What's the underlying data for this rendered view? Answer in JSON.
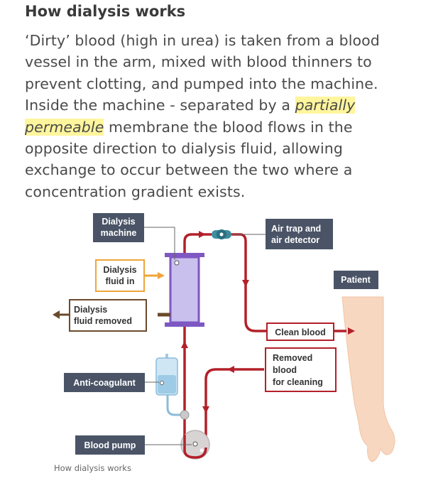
{
  "article": {
    "heading": "How dialysis works",
    "p1": "‘Dirty’ blood (high in urea) is taken from a blood vessel in the arm, mixed with blood thinners to prevent clotting, and pumped into the machine. Inside the machine - separated by a ",
    "highlight": "partially permeable",
    "p2": " membrane the blood flows in the opposite direction to dialysis fluid, allowing exchange to occur between the two where a concentration gradient exists."
  },
  "diagram": {
    "labels": {
      "dialysis_machine_1": "Dialysis",
      "dialysis_machine_2": "machine",
      "air_trap_1": "Air trap and",
      "air_trap_2": "air detector",
      "fluid_in_1": "Dialysis",
      "fluid_in_2": "fluid in",
      "patient": "Patient",
      "fluid_removed_1": "Dialysis",
      "fluid_removed_2": "fluid removed",
      "clean_blood": "Clean blood",
      "removed_1": "Removed",
      "removed_2": "blood",
      "removed_3": "for cleaning",
      "anticoagulant": "Anti-coagulant",
      "blood_pump": "Blood pump"
    },
    "caption": "How dialysis works"
  },
  "colors": {
    "blood": "#b3202a",
    "label_dark": "#4a5466",
    "fluid_in": "#f0a43a",
    "fluid_out": "#6b4a2b",
    "machine": "#c9c0ee",
    "machine_border": "#7e57c2",
    "skin": "#f8d7c0"
  }
}
